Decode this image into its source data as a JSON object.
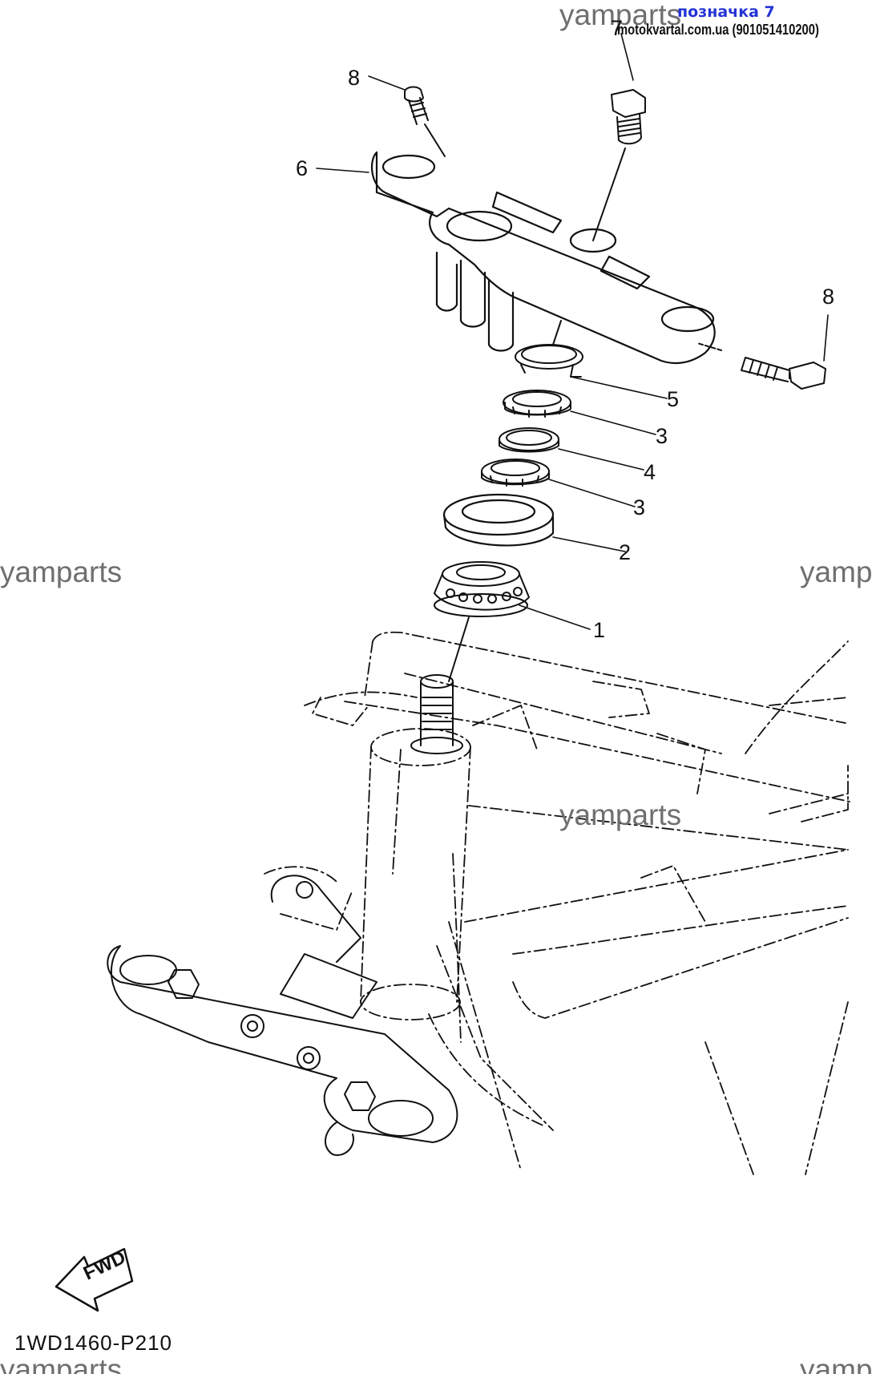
{
  "watermark": "yamparts",
  "overlay": {
    "label": "позначка 7",
    "source": "motokvartal.com.ua (901051410200)"
  },
  "callouts": [
    "8",
    "7",
    "6",
    "8",
    "5",
    "3",
    "4",
    "3",
    "2",
    "1"
  ],
  "fwd_label": "FWD",
  "diagram_code": "1WD1460-P210"
}
